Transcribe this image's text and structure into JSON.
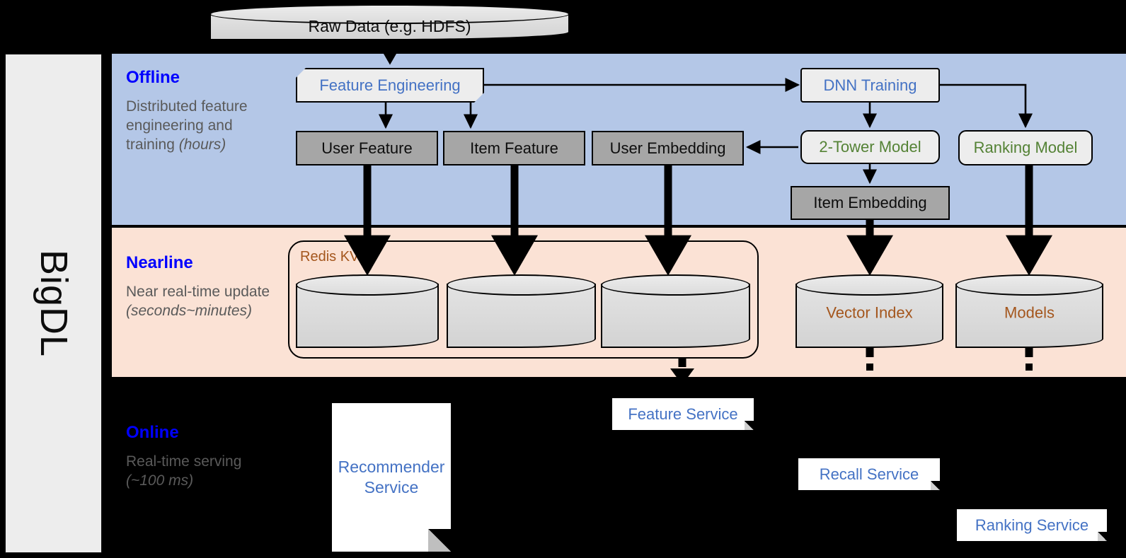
{
  "sidebar": {
    "label": "BigDL"
  },
  "source": {
    "label": "Raw Data (e.g. HDFS)"
  },
  "bands": [
    {
      "key": "offline",
      "title": "Offline",
      "desc_line1": "Distributed feature engineering and training ",
      "desc_em": "(hours)"
    },
    {
      "key": "nearline",
      "title": "Nearline",
      "desc_line1": "Near real-time update ",
      "desc_em": "(seconds~minutes)"
    },
    {
      "key": "online",
      "title": "Online",
      "desc_line1": "Real-time serving ",
      "desc_em": "(~100 ms)"
    }
  ],
  "offline": {
    "feature_engineering": "Feature Engineering",
    "dnn_training": "DNN Training",
    "user_feature": "User Feature",
    "item_feature": "Item Feature",
    "user_embedding": "User Embedding",
    "two_tower_model": "2-Tower Model",
    "ranking_model": "Ranking Model",
    "item_embedding": "Item Embedding"
  },
  "nearline": {
    "redis_kv": "Redis KV",
    "store_user_feature": "",
    "store_item_feature": "",
    "store_user_embedding": "",
    "vector_index": "Vector Index",
    "models": "Models"
  },
  "online": {
    "recommender_service": "Recommender Service",
    "feature_service": "Feature Service",
    "recall_service": "Recall Service",
    "ranking_service": "Ranking Service"
  },
  "colors": {
    "offline_band": "#b4c7e7",
    "nearline_band": "#fbe2d5",
    "online_band": "#000000",
    "band_title": "#0000ff",
    "band_desc": "#5a5a5a",
    "blue_text": "#4472c4",
    "green_text": "#548235",
    "brown_text": "#a4561d",
    "gray_box": "#a6a6a6",
    "pale_box": "#ededed",
    "sidebar": "#ededed"
  }
}
